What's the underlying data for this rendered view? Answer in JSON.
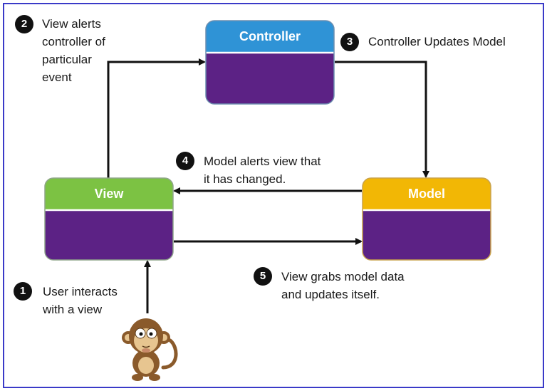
{
  "boxes": {
    "controller": {
      "title": "Controller",
      "header_color": "#2f93d6",
      "body_color": "#5c2285"
    },
    "view": {
      "title": "View",
      "header_color": "#7cc243",
      "body_color": "#5c2285"
    },
    "model": {
      "title": "Model",
      "header_color": "#f2b705",
      "body_color": "#5c2285"
    }
  },
  "steps": [
    {
      "number": "1",
      "lines": [
        "User interacts",
        "with a view"
      ]
    },
    {
      "number": "2",
      "lines": [
        "View alerts",
        "controller of",
        "particular",
        "event"
      ]
    },
    {
      "number": "3",
      "lines": [
        "Controller Updates Model"
      ]
    },
    {
      "number": "4",
      "lines": [
        "Model alerts view that",
        "it has changed."
      ]
    },
    {
      "number": "5",
      "lines": [
        "View grabs model data",
        "and updates itself."
      ]
    }
  ],
  "monkey_icon": "monkey-icon"
}
